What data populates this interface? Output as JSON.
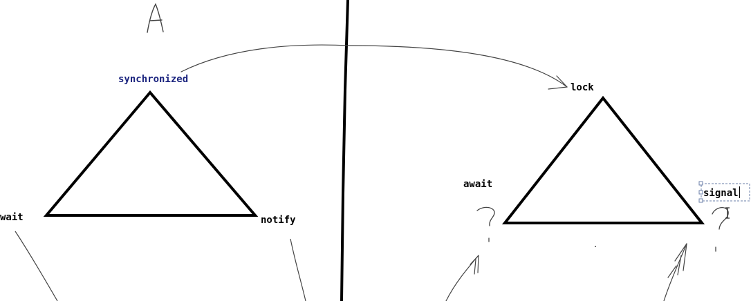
{
  "left_panel": {
    "sketch_letter": "A",
    "top_label": "synchronized",
    "left_label": "wait",
    "right_label": "notify",
    "top_label_color": "#1a237e"
  },
  "right_panel": {
    "top_label": "lock",
    "left_label": "await",
    "right_label": "signal"
  },
  "colors": {
    "ink": "#000000",
    "sketch": "#444444",
    "selection": "#6b7fa8"
  },
  "icons": {
    "cursor": "text-ibeam-icon"
  }
}
